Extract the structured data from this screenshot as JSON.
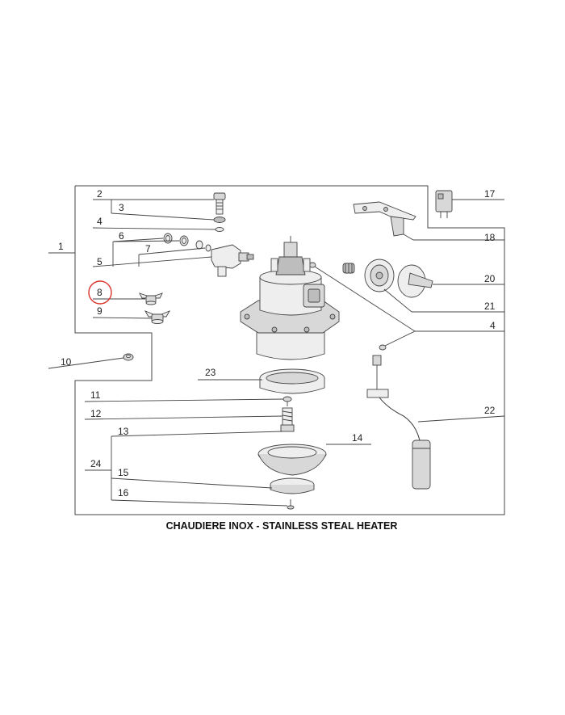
{
  "caption": "CHAUDIERE INOX - STAINLESS STEAL HEATER",
  "callouts": {
    "c1": "1",
    "c2": "2",
    "c3": "3",
    "c4a": "4",
    "c4b": "4",
    "c5": "5",
    "c6": "6",
    "c7": "7",
    "c8": "8",
    "c9": "9",
    "c10": "10",
    "c11": "11",
    "c12": "12",
    "c13": "13",
    "c14": "14",
    "c15": "15",
    "c16": "16",
    "c17": "17",
    "c18": "18",
    "c20": "20",
    "c21": "21",
    "c22": "22",
    "c23": "23",
    "c24": "24"
  },
  "highlight": {
    "callout": "8",
    "color": "#d9342b"
  },
  "colors": {
    "line": "#444444",
    "text": "#222222",
    "highlight": "#d9342b"
  }
}
